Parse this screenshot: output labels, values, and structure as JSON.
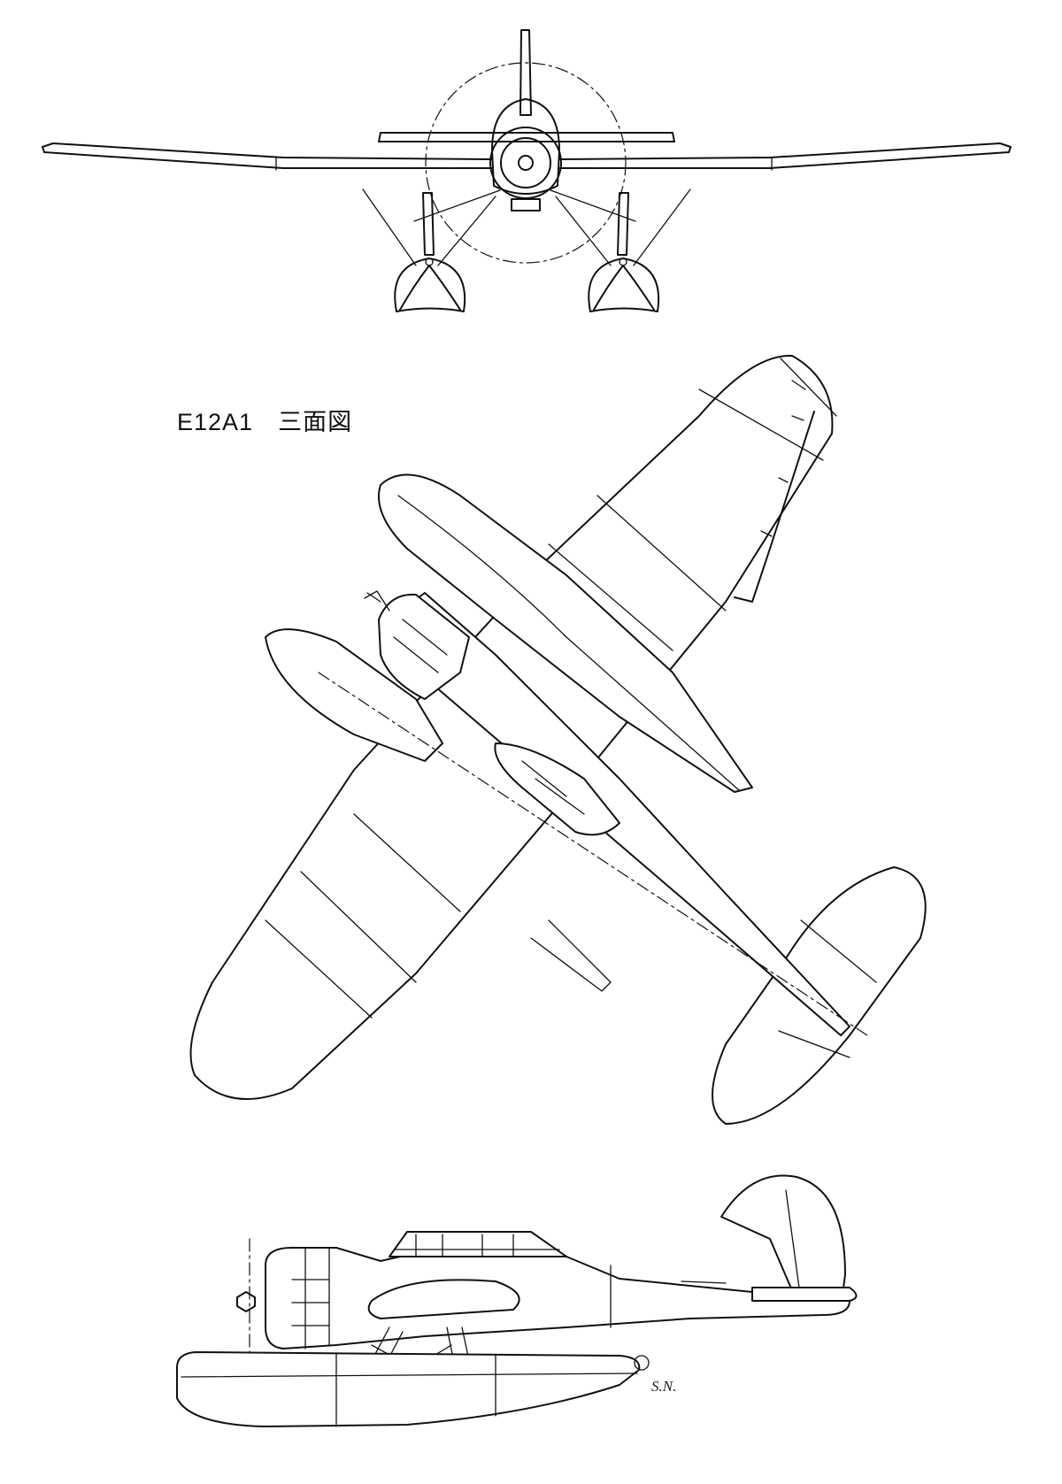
{
  "diagram": {
    "title": "E12A1　三面図",
    "signature": "S.N.",
    "views": [
      "front-view",
      "top-view",
      "side-view"
    ]
  }
}
